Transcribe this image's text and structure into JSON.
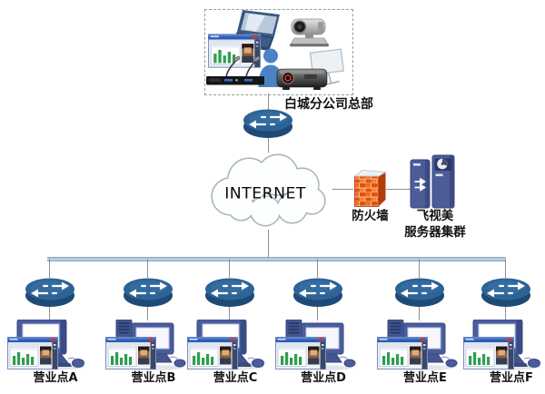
{
  "hq": {
    "label": "白城分公司总部",
    "devices": [
      "laptop",
      "video-conference-camera",
      "software-window",
      "person",
      "microphone-array",
      "projector-with-screen"
    ]
  },
  "internet": {
    "label": "INTERNET"
  },
  "firewall": {
    "label": "防火墙"
  },
  "servers": {
    "label_line1": "飞视美",
    "label_line2": "服务器集群"
  },
  "branches": [
    {
      "label": "营业点A",
      "pc_type": "desktop"
    },
    {
      "label": "营业点B",
      "pc_type": "tower"
    },
    {
      "label": "营业点C",
      "pc_type": "desktop"
    },
    {
      "label": "营业点D",
      "pc_type": "tower"
    },
    {
      "label": "营业点E",
      "pc_type": "tower"
    },
    {
      "label": "营业点F",
      "pc_type": "desktop"
    }
  ],
  "colors": {
    "router_body": "#2e6396",
    "router_dark": "#1e4a76",
    "backbone_bus": "#b9cede",
    "connector_line": "#909090",
    "cloud_outline": "#a7b3bf",
    "firewall_brick": "#e2500f",
    "server_body": "#4b5c99",
    "monitor_body": "#4a5c9e",
    "person_blue": "#4a82c4",
    "label_text": "#111111"
  }
}
